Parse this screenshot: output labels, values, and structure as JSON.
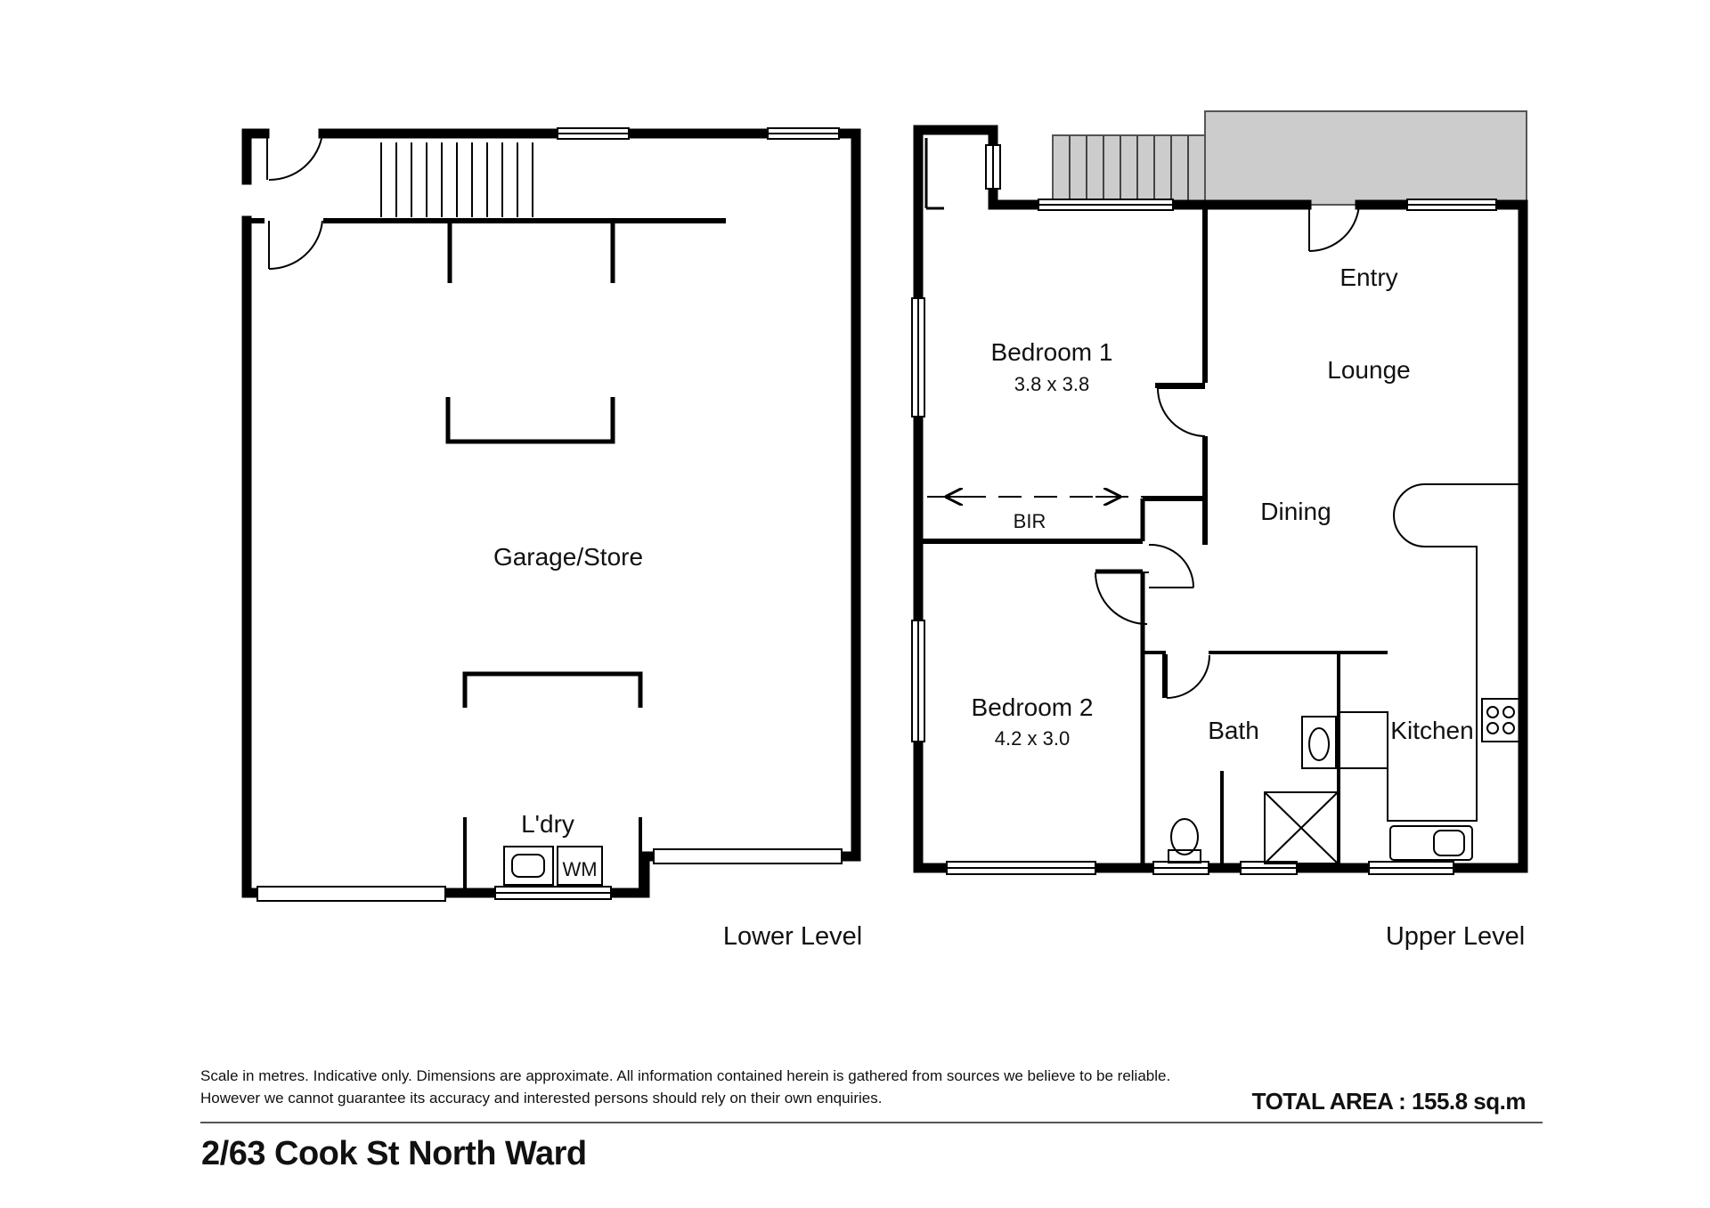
{
  "plan": {
    "lower_level": {
      "label": "Lower Level",
      "rooms": {
        "garage": "Garage/Store",
        "laundry": "L'dry",
        "washing_machine": "WM"
      }
    },
    "upper_level": {
      "label": "Upper Level",
      "rooms": {
        "bedroom1": {
          "name": "Bedroom 1",
          "size": "3.8 x 3.8"
        },
        "bir": "BIR",
        "bedroom2": {
          "name": "Bedroom 2",
          "size": "4.2 x 3.0"
        },
        "entry": "Entry",
        "lounge": "Lounge",
        "dining": "Dining",
        "bath": "Bath",
        "kitchen": "Kitchen"
      }
    }
  },
  "footer": {
    "disclaimer": "Scale in metres. Indicative only. Dimensions are approximate. All information contained herein is gathered from sources we believe to be reliable. However we cannot guarantee its accuracy and interested persons should rely on their own enquiries.",
    "total_area": "TOTAL AREA : 155.8 sq.m",
    "address": "2/63 Cook St North Ward"
  },
  "colors": {
    "wall": "#000000",
    "deck": "#cccccc",
    "background": "#ffffff"
  }
}
